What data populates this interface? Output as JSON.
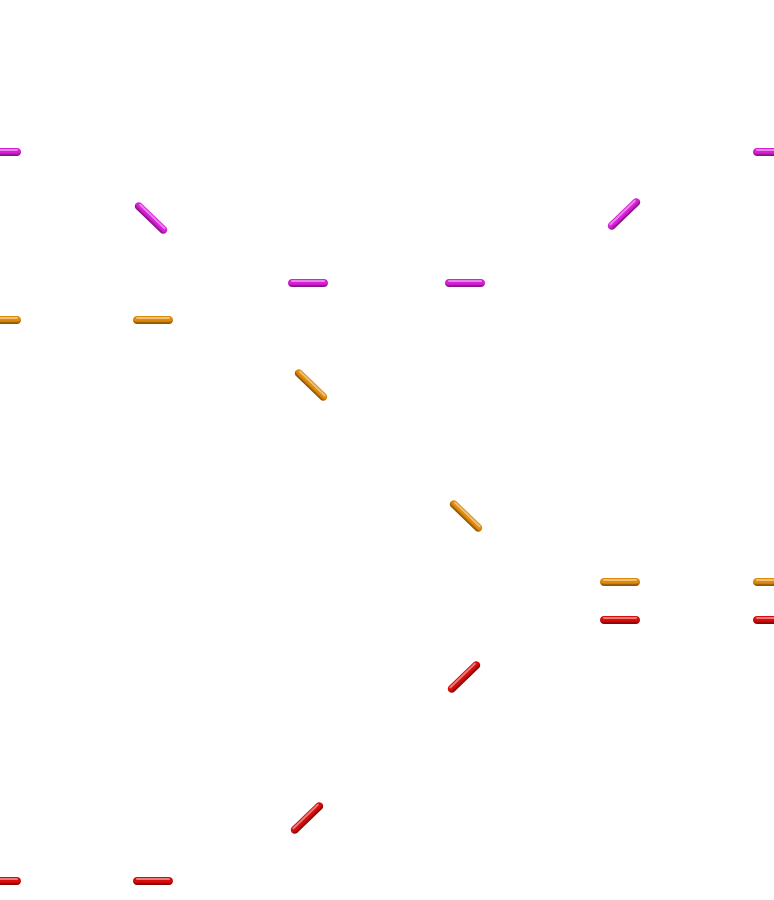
{
  "colors": {
    "magenta": "#d81fd8",
    "orange": "#e08a0a",
    "red": "#d90b0b"
  },
  "board": {
    "segment_groups": [
      "magenta",
      "orange",
      "red"
    ]
  }
}
